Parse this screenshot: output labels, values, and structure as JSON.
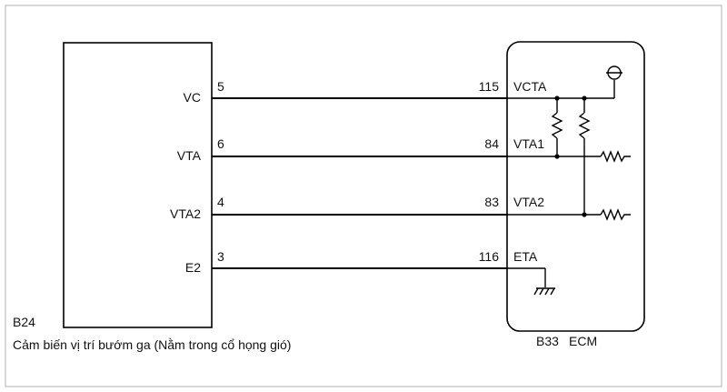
{
  "sensor": {
    "code": "B24",
    "description": "Cảm biến vị trí bướm ga (Nằm trong cổ họng gió)"
  },
  "ecm": {
    "code": "B33",
    "name": "ECM"
  },
  "wires": [
    {
      "sensor_pin_label": "VC",
      "sensor_pin": "5",
      "ecm_pin": "115",
      "ecm_pin_label": "VCTA"
    },
    {
      "sensor_pin_label": "VTA",
      "sensor_pin": "6",
      "ecm_pin": "84",
      "ecm_pin_label": "VTA1"
    },
    {
      "sensor_pin_label": "VTA2",
      "sensor_pin": "4",
      "ecm_pin": "83",
      "ecm_pin_label": "VTA2"
    },
    {
      "sensor_pin_label": "E2",
      "sensor_pin": "3",
      "ecm_pin": "116",
      "ecm_pin_label": "ETA"
    }
  ]
}
